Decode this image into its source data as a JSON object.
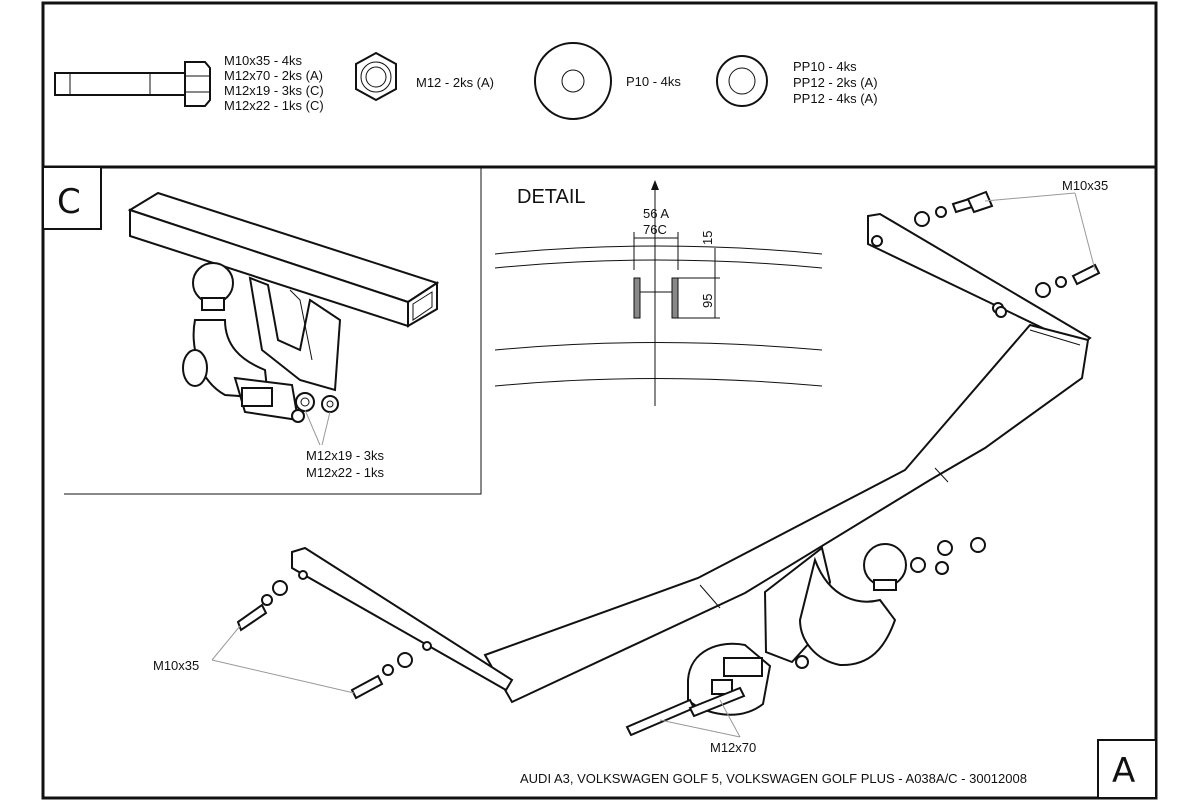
{
  "legend": {
    "bolt": [
      "M10x35 - 4ks",
      "M12x70 - 2ks (A)",
      "M12x19 - 3ks (C)",
      "M12x22 - 1ks (C)"
    ],
    "nut": "M12 - 2ks (A)",
    "washer_p": "P10 - 4ks",
    "washer_pp": [
      "PP10 - 4ks",
      "PP12 - 2ks (A)",
      "PP12 - 4ks (A)"
    ]
  },
  "detail_c": {
    "letter": "C",
    "callout": [
      "M12x19 - 3ks",
      "M12x22 - 1ks"
    ]
  },
  "detail": {
    "title": "DETAIL",
    "dim_top_1": "56 A",
    "dim_top_2": "76C",
    "dim_15": "15",
    "dim_95": "95"
  },
  "main": {
    "m10x35_right": "M10x35",
    "m10x35_left": "M10x35",
    "m12x70": "M12x70",
    "footer": "AUDI A3, VOLKSWAGEN GOLF 5, VOLKSWAGEN GOLF PLUS - A038A/C - 30012008",
    "letter": "A"
  }
}
